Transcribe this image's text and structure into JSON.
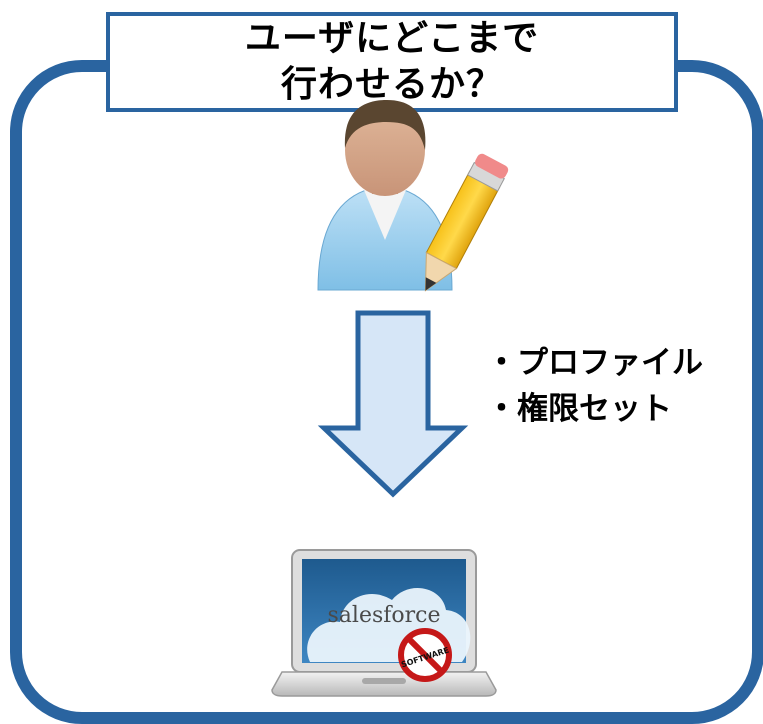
{
  "title": {
    "line1": "ユーザにどこまで",
    "line2": "行わせるか？"
  },
  "bullets": [
    "・プロファイル",
    "・権限セット"
  ],
  "laptop": {
    "brand": "salesforce",
    "badge": "SOFTWARE"
  },
  "colors": {
    "frame": "#2a64a0",
    "arrow_fill": "#d6e6f7",
    "arrow_stroke": "#2a64a0"
  },
  "icons": [
    "user-with-pencil-icon",
    "down-arrow-icon",
    "laptop-icon",
    "no-software-icon"
  ]
}
